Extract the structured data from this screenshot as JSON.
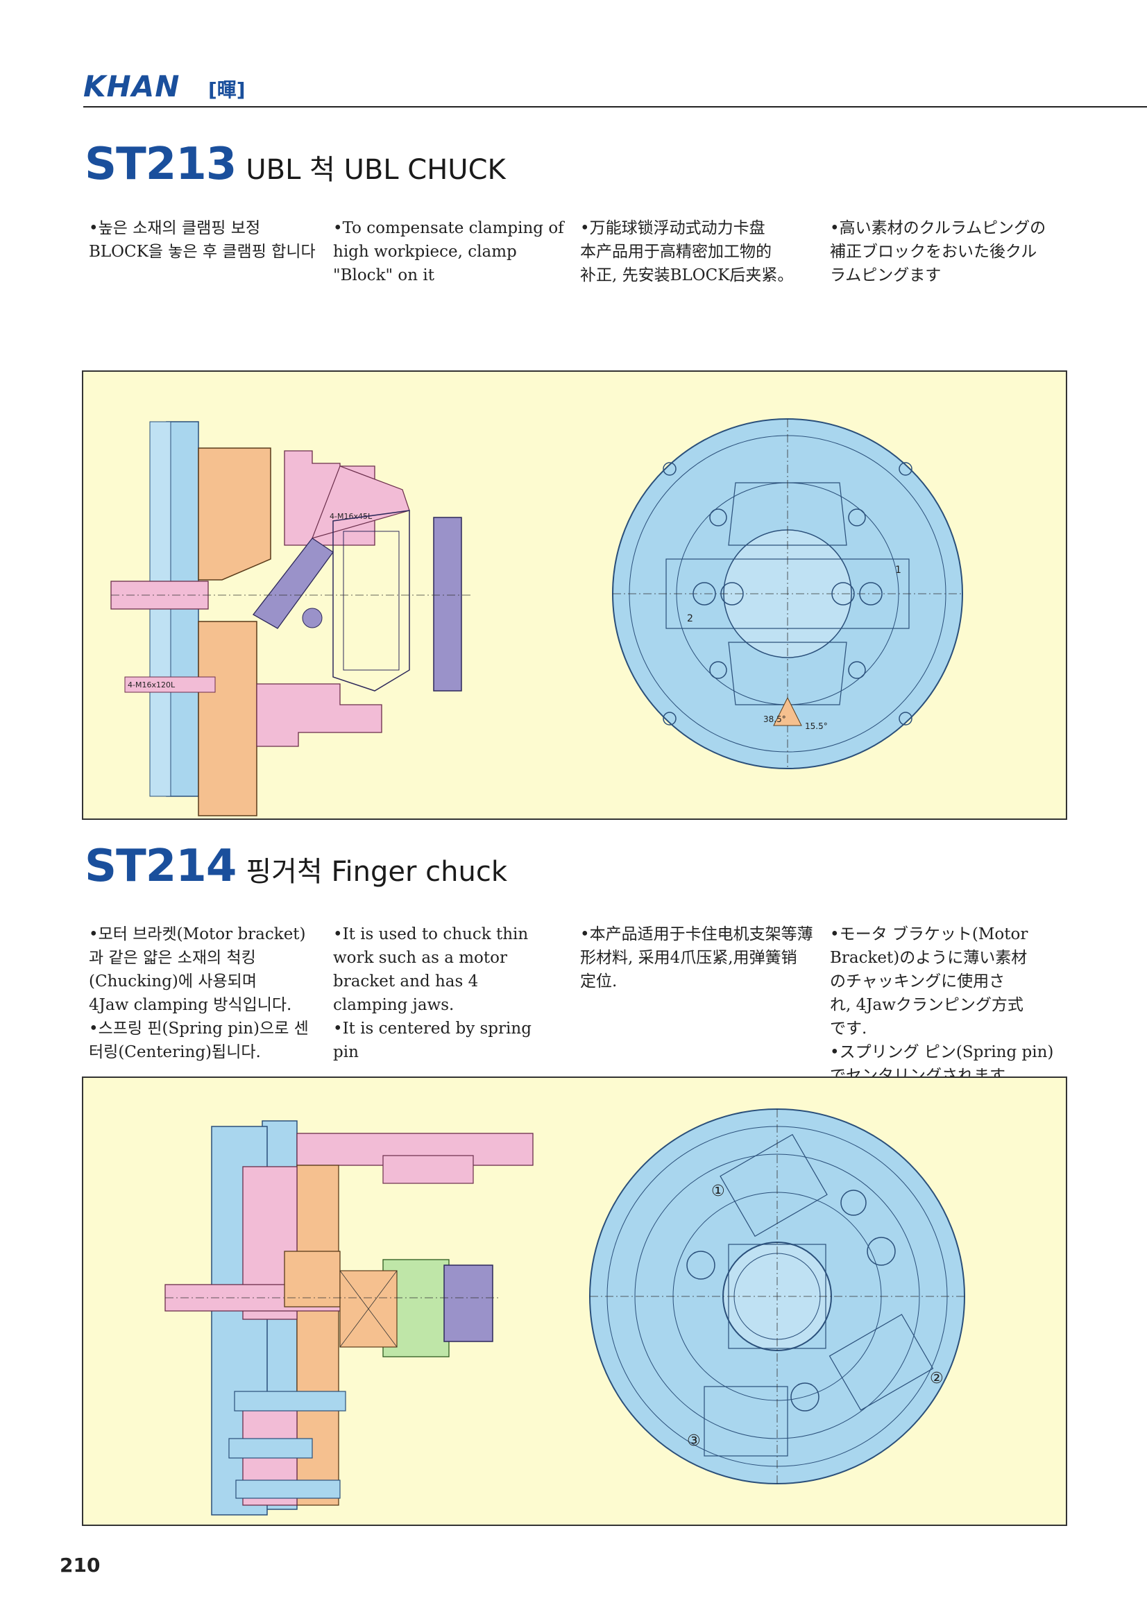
{
  "header": {
    "brand": "KHAN",
    "brand_cn": "[暉]",
    "rule_color": "#222222"
  },
  "sections": [
    {
      "code": "ST213",
      "subtitle": "UBL 척 UBL CHUCK",
      "columns": [
        {
          "lang": "ko",
          "lines": [
            "•높은 소재의 클램핑 보정",
            "BLOCK을 놓은 후 클램핑 합니다"
          ]
        },
        {
          "lang": "en",
          "lines": [
            "•To compensate clamping of",
            "high workpiece, clamp",
            "\"Block\" on it"
          ]
        },
        {
          "lang": "zh",
          "lines": [
            "•万能球锁浮动式动力卡盘",
            "本产品用于高精密加工物的",
            "补正, 先安装BLOCK后夹紧。"
          ]
        },
        {
          "lang": "ja",
          "lines": [
            "•高い素材のクルラムピングの",
            "補正ブロックをおいた後クル",
            "ラムピングます"
          ]
        }
      ],
      "drawing_labels": {
        "bolt_a": "4-M16x45L",
        "bolt_b": "4-M16x120L",
        "angle_a": "38.5°",
        "angle_b": "15.5°",
        "num_1": "1",
        "num_2": "2"
      }
    },
    {
      "code": "ST214",
      "subtitle": "핑거척 Finger chuck",
      "columns": [
        {
          "lang": "ko",
          "lines": [
            "•모터 브라켓(Motor bracket)",
            "과 같은 얇은 소재의 척킹",
            "(Chucking)에 사용되며",
            "4Jaw clamping 방식입니다.",
            "•스프링 핀(Spring pin)으로 센",
            "터링(Centering)됩니다."
          ]
        },
        {
          "lang": "en",
          "lines": [
            "•It is used to chuck thin",
            "work such as a motor",
            "bracket and has 4",
            "clamping jaws.",
            "•It is centered by spring",
            "pin"
          ]
        },
        {
          "lang": "zh",
          "lines": [
            "•本产品适用于卡住电机支架等薄",
            "形材料, 采用4爪压紧,用弹簧销",
            "定位."
          ]
        },
        {
          "lang": "ja",
          "lines": [
            "•モータ ブラケット(Motor",
            "Bracket)のように薄い素材",
            "のチャッキングに使用さ",
            "れ, 4Jawクランピング方式",
            "です.",
            "•スプリング ピン(Spring pin)",
            "でセンタリングされます."
          ]
        }
      ],
      "drawing_labels": {
        "c1": "①",
        "c2": "②",
        "c3": "③"
      }
    }
  ],
  "colors": {
    "accent": "#1a4f9c",
    "frame_bg": "#fdfbd0",
    "chuck_blue": "#a9d6ee",
    "pink": "#f2bcd6",
    "orange": "#f5c08f",
    "purple": "#9a92c9",
    "green": "#bfe6a8"
  },
  "footer": {
    "page_number": "210"
  }
}
